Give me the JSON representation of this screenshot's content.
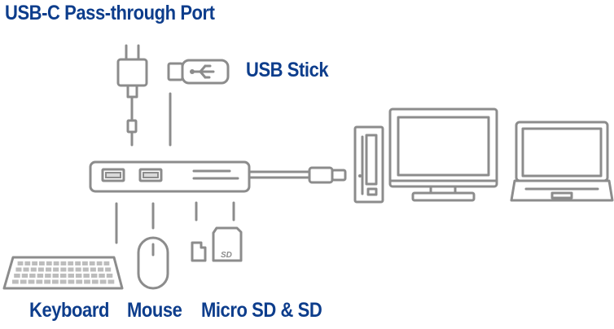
{
  "labels": {
    "usbc_port": "USB-C Pass-through Port",
    "usb_stick": "USB Stick",
    "keyboard": "Keyboard",
    "mouse": "Mouse",
    "sd_cards": "Micro SD & SD"
  },
  "colors": {
    "label_text": "#0d3d8c",
    "line_art": "#8c8c8c",
    "background": "#ffffff"
  }
}
